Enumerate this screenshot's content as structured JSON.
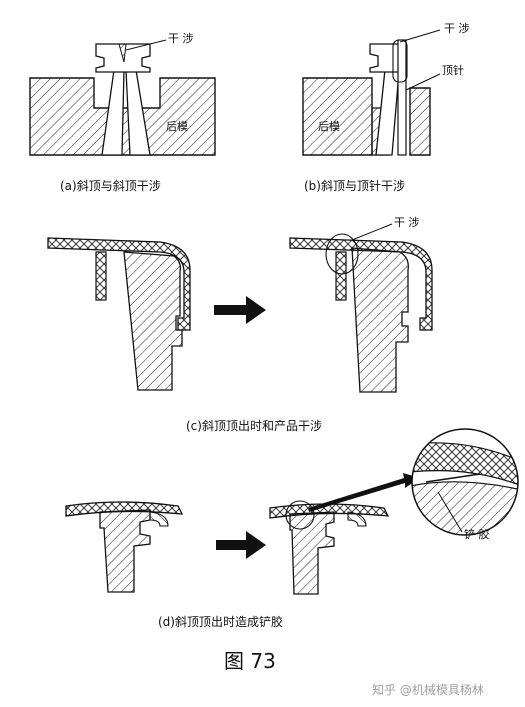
{
  "panels": {
    "a": {
      "caption": "(a)斜顶与斜顶干涉",
      "interference_label": "干 涉",
      "mold_label": "后模"
    },
    "b": {
      "caption": "(b)斜顶与顶针干涉",
      "interference_label": "干 涉",
      "pin_label": "顶针",
      "mold_label": "后模"
    },
    "c": {
      "caption": "(c)斜顶顶出时和产品干涉",
      "interference_label": "干 涉"
    },
    "d": {
      "caption": "(d)斜顶顶出时造成铲胶",
      "scrape_label": "铲 胶"
    }
  },
  "figure_label": "图 73",
  "watermark": "知乎 @机械模具杨林"
}
